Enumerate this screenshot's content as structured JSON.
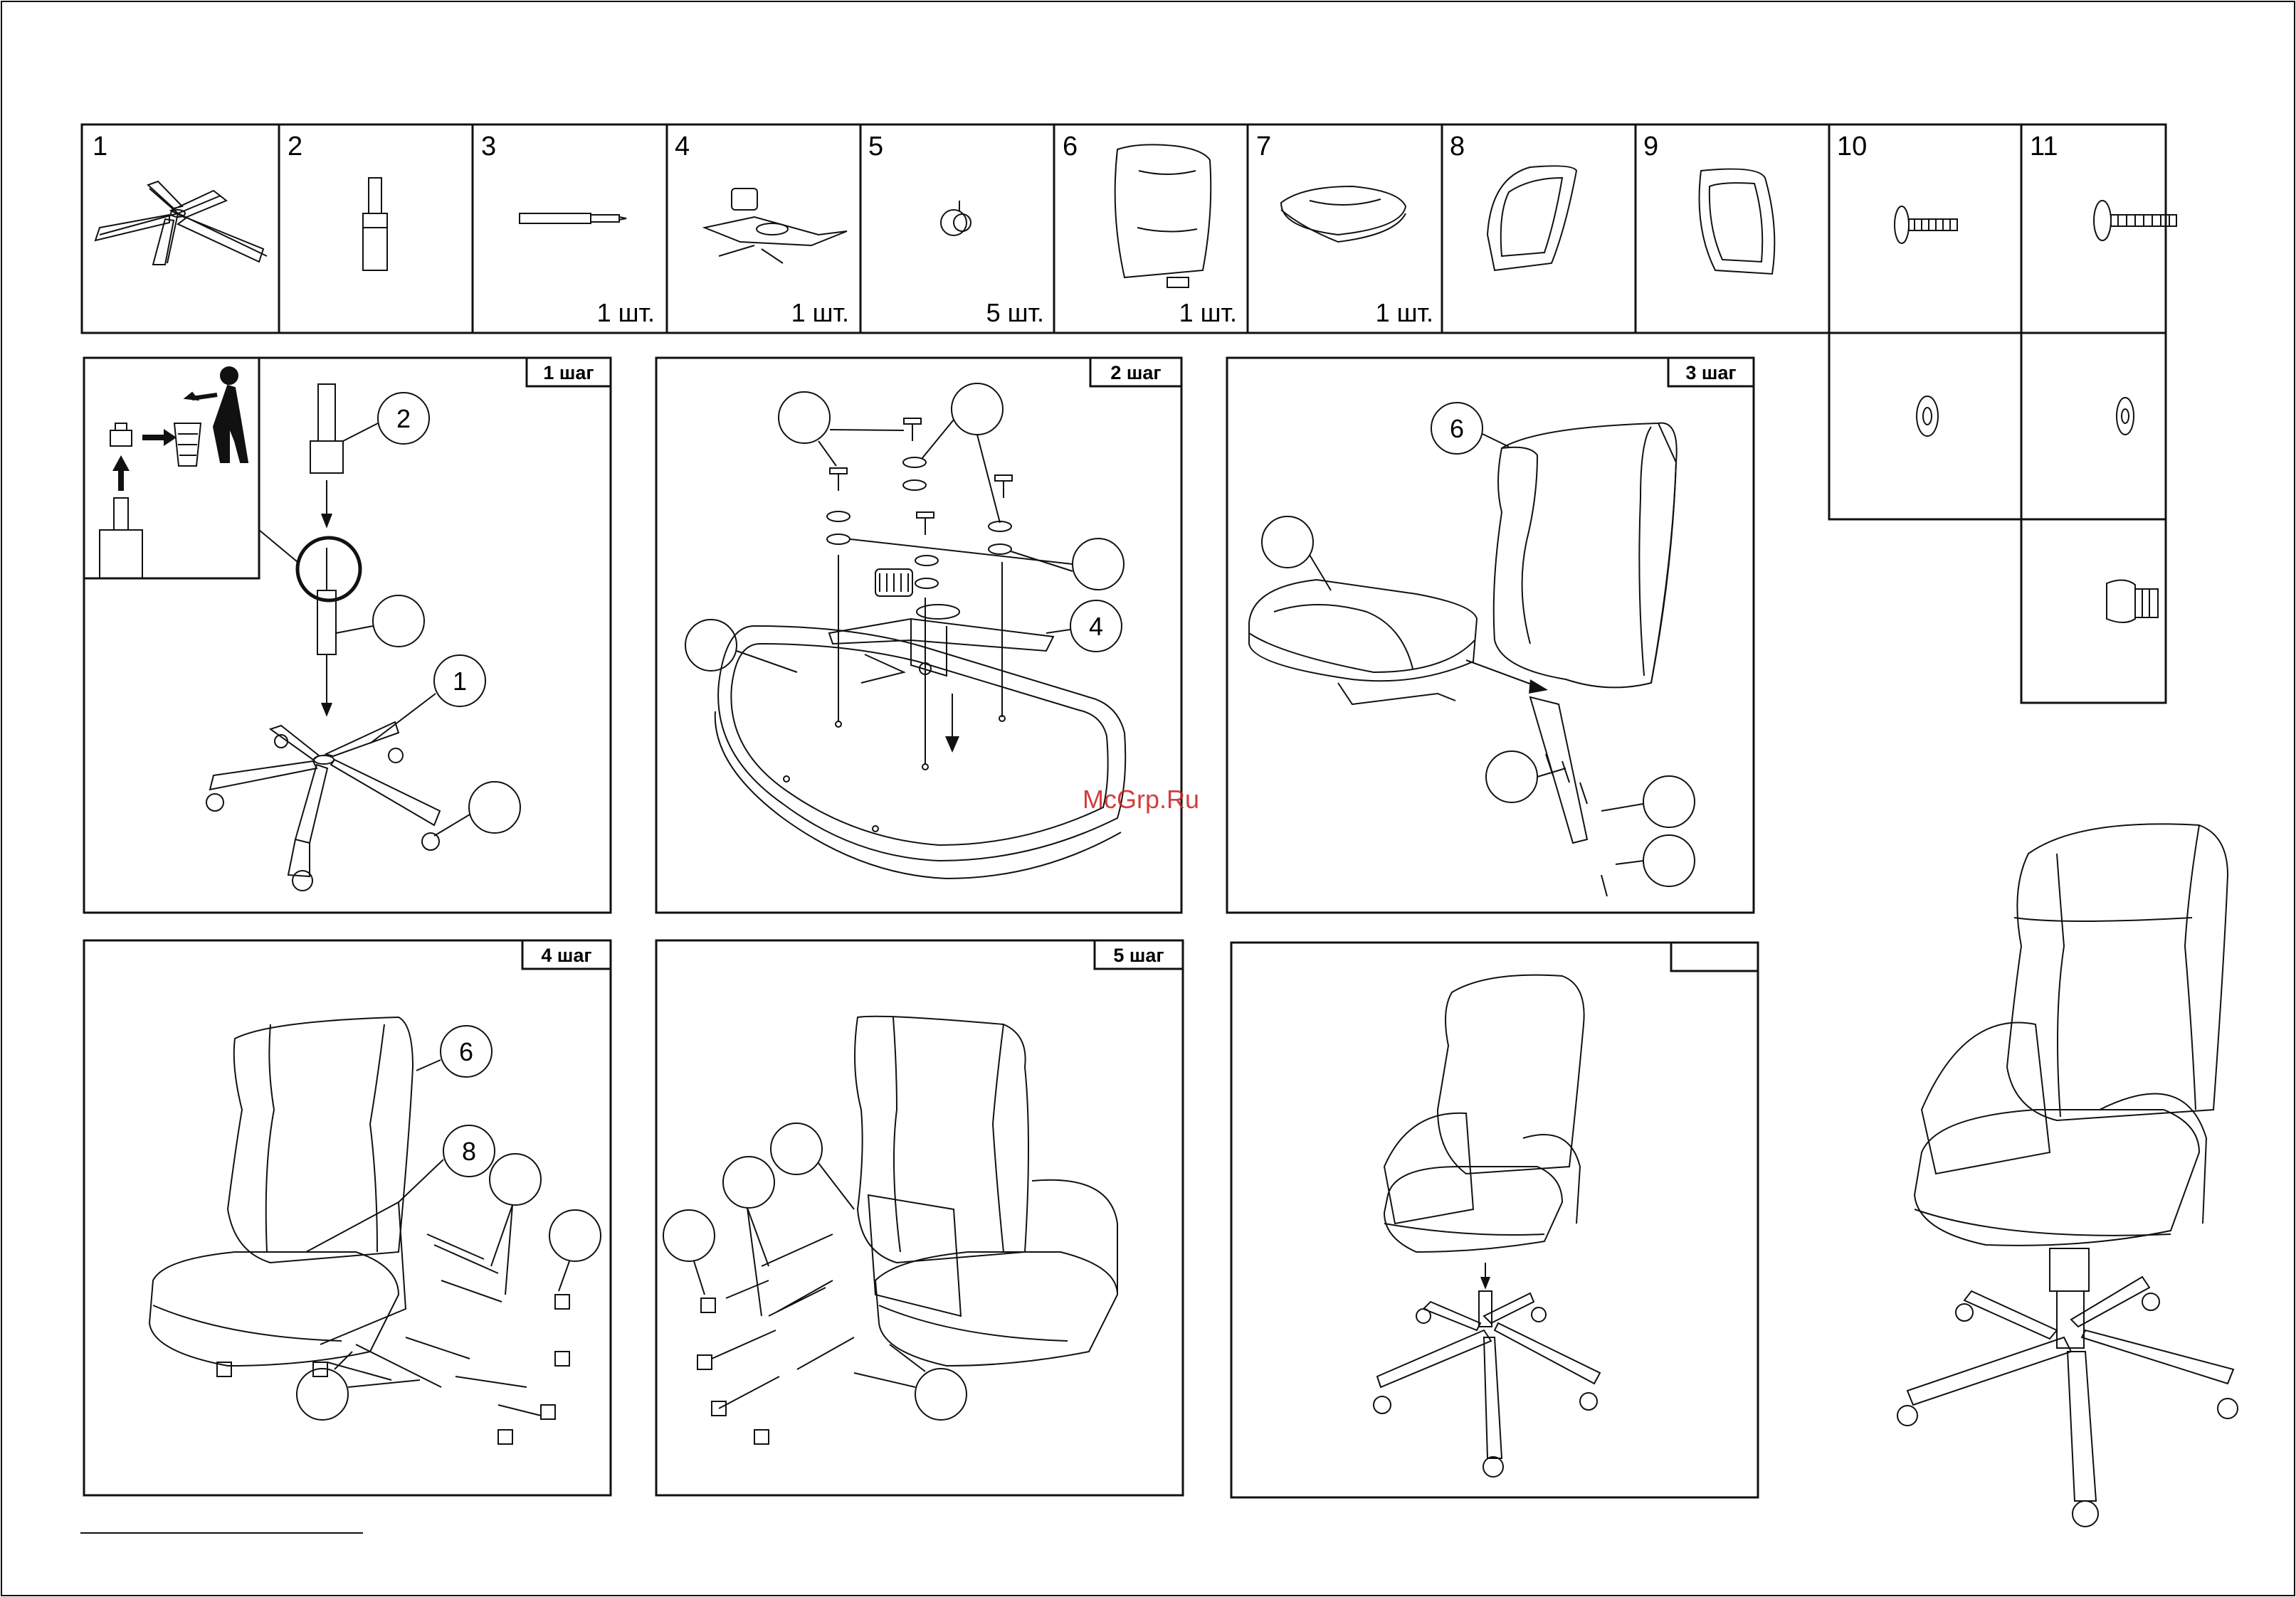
{
  "parts": [
    {
      "num": "1",
      "qty": ""
    },
    {
      "num": "2",
      "qty": ""
    },
    {
      "num": "3",
      "qty": "1 шт."
    },
    {
      "num": "4",
      "qty": "1 шт."
    },
    {
      "num": "5",
      "qty": "5 шт."
    },
    {
      "num": "6",
      "qty": "1 шт."
    },
    {
      "num": "7",
      "qty": "1 шт."
    },
    {
      "num": "8",
      "qty": ""
    },
    {
      "num": "9",
      "qty": ""
    },
    {
      "num": "10",
      "qty": ""
    },
    {
      "num": "11",
      "qty": ""
    }
  ],
  "steps": {
    "s1": "1 шаг",
    "s2": "2 шаг",
    "s3": "3 шаг",
    "s4": "4 шаг",
    "s5": "5 шаг",
    "s6": ""
  },
  "callouts": {
    "s1_top": "2",
    "s1_base": "1",
    "s2_plate": "4",
    "s3_back": "6",
    "s4_back": "6",
    "s4_arm": "8"
  },
  "watermark": "McGrp.Ru",
  "icons": [
    "chair-base-icon",
    "gas-lift-icon",
    "rod-icon",
    "mechanism-icon",
    "caster-icon",
    "backrest-icon",
    "seat-icon",
    "armrest-icon",
    "bolt-icon",
    "washer-icon",
    "cap-icon",
    "trash-bin-icon"
  ]
}
